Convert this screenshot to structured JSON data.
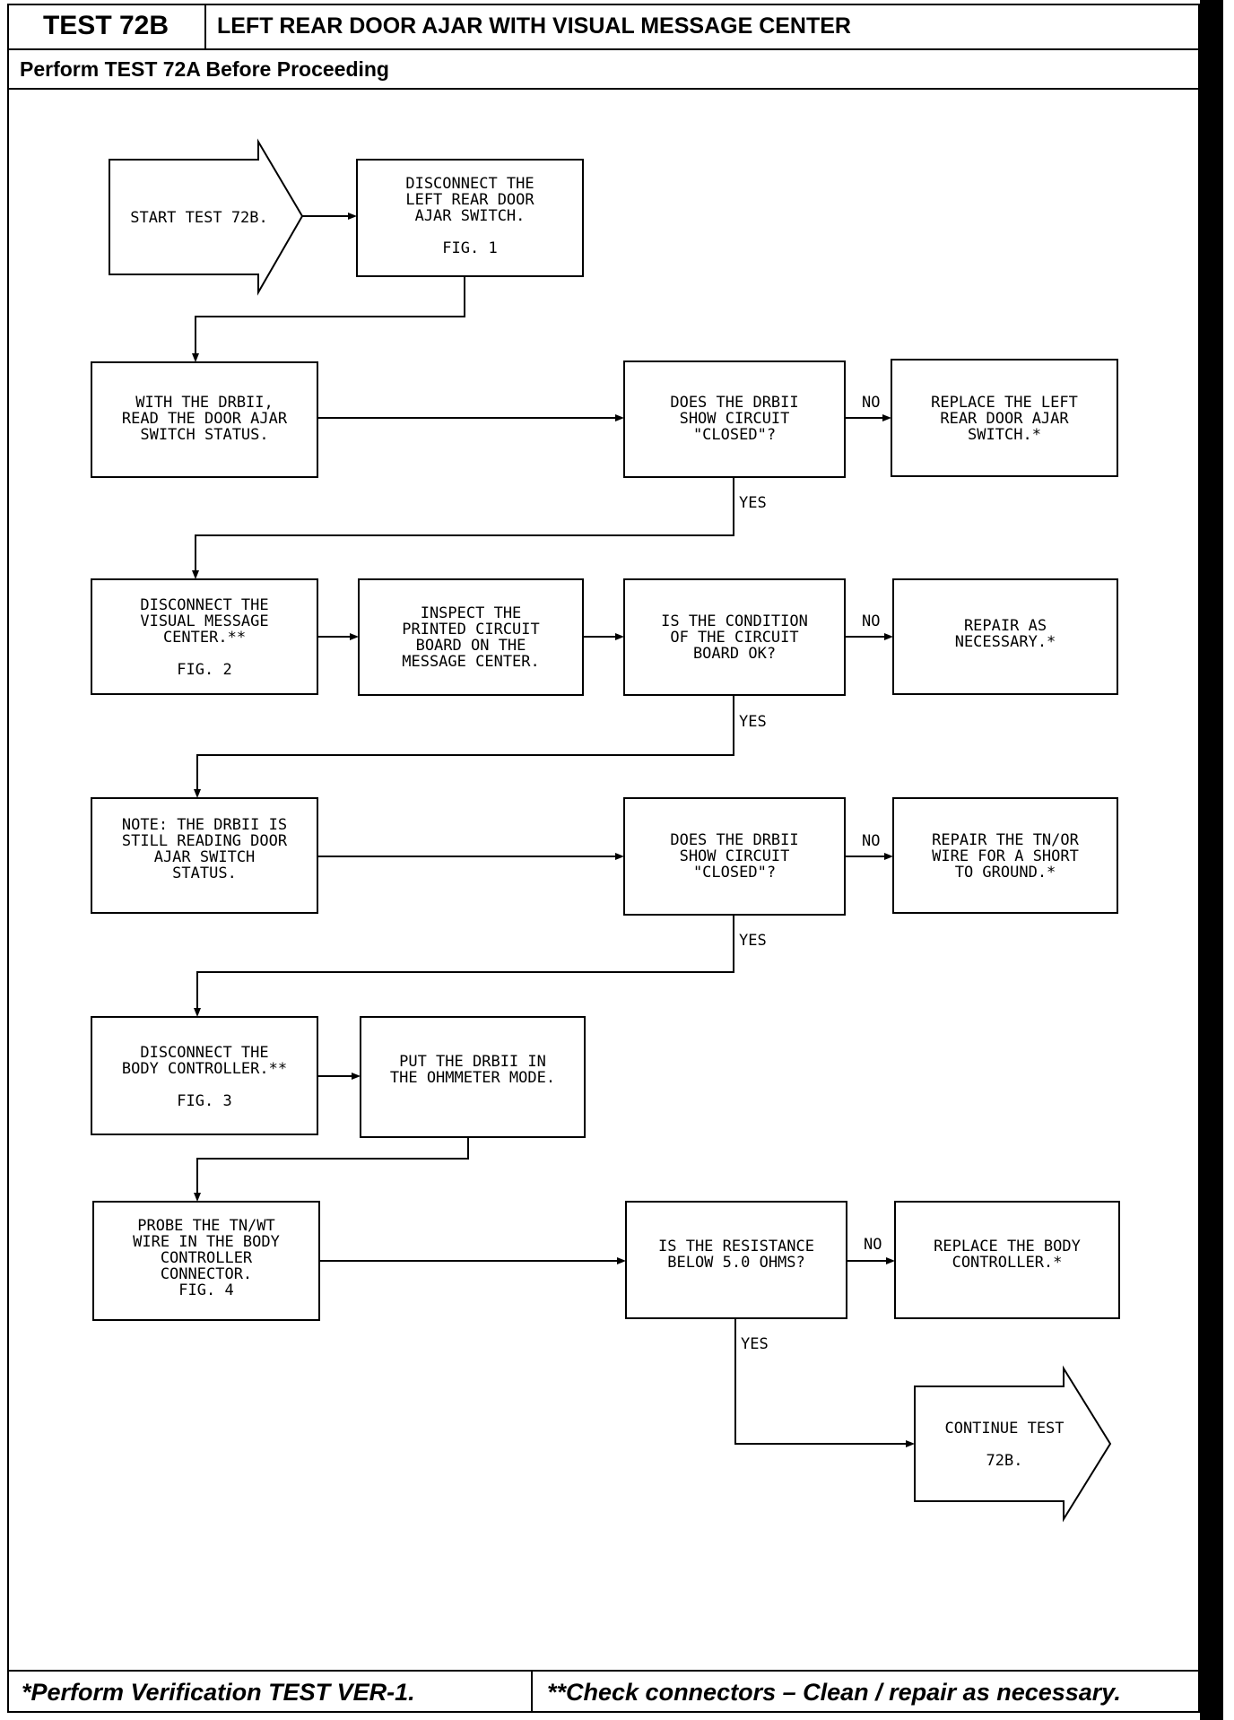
{
  "header": {
    "test_id": "TEST 72B",
    "title": "LEFT REAR DOOR AJAR WITH VISUAL MESSAGE CENTER",
    "subtitle": "Perform TEST 72A Before Proceeding"
  },
  "footer": {
    "left": "*Perform Verification TEST VER-1.",
    "right": "**Check connectors – Clean / repair as necessary."
  },
  "flow": {
    "start": [
      "START TEST 72B."
    ],
    "disconnect_switch": [
      "DISCONNECT THE",
      "LEFT REAR DOOR",
      "AJAR SWITCH.",
      "",
      "FIG. 1"
    ],
    "read_status": [
      "WITH THE DRBII,",
      "READ THE DOOR AJAR",
      "SWITCH STATUS."
    ],
    "q_closed_1": [
      "DOES THE DRBII",
      "SHOW CIRCUIT",
      "\"CLOSED\"?"
    ],
    "replace_switch": [
      "REPLACE THE LEFT",
      "REAR DOOR AJAR",
      "SWITCH.*"
    ],
    "disconnect_vmc": [
      "DISCONNECT THE",
      "VISUAL MESSAGE",
      "CENTER.**",
      "",
      "FIG. 2"
    ],
    "inspect_board": [
      "INSPECT THE",
      "PRINTED CIRCUIT",
      "BOARD ON THE",
      "MESSAGE CENTER."
    ],
    "q_board_ok": [
      "IS THE CONDITION",
      "OF THE CIRCUIT",
      "BOARD OK?"
    ],
    "repair_necessary": [
      "REPAIR AS",
      "NECESSARY.*"
    ],
    "note_reading": [
      "NOTE: THE DRBII IS",
      "STILL READING DOOR",
      "AJAR SWITCH",
      "STATUS."
    ],
    "q_closed_2": [
      "DOES THE DRBII",
      "SHOW CIRCUIT",
      "\"CLOSED\"?"
    ],
    "repair_short": [
      "REPAIR THE TN/OR",
      "WIRE FOR A SHORT",
      "TO GROUND.*"
    ],
    "disconnect_bc": [
      "DISCONNECT THE",
      "BODY CONTROLLER.**",
      "",
      "FIG. 3"
    ],
    "ohmmeter": [
      "PUT THE DRBII IN",
      "THE OHMMETER MODE."
    ],
    "probe_wire": [
      "PROBE THE TN/WT",
      "WIRE IN THE BODY",
      "CONTROLLER",
      "CONNECTOR.",
      "FIG. 4"
    ],
    "q_resistance": [
      "IS THE RESISTANCE",
      "BELOW 5.0 OHMS?"
    ],
    "replace_bc": [
      "REPLACE THE BODY",
      "CONTROLLER.*"
    ],
    "continue": [
      "CONTINUE TEST",
      "",
      "72B."
    ],
    "label_no": "NO",
    "label_yes": "YES"
  }
}
